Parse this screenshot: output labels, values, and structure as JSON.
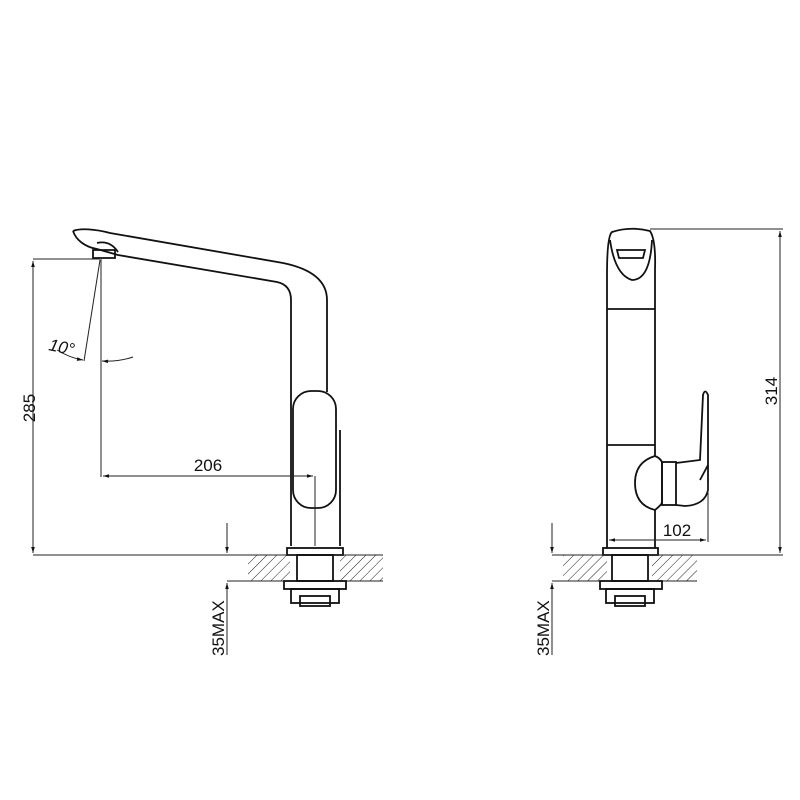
{
  "drawing": {
    "front_view": {
      "height_label": "285",
      "reach_label": "206",
      "angle_label": "10°",
      "counter_label": "35MAX"
    },
    "side_view": {
      "height_label": "314",
      "handle_label": "102",
      "counter_label": "35MAX"
    },
    "line_color": "#111111"
  }
}
